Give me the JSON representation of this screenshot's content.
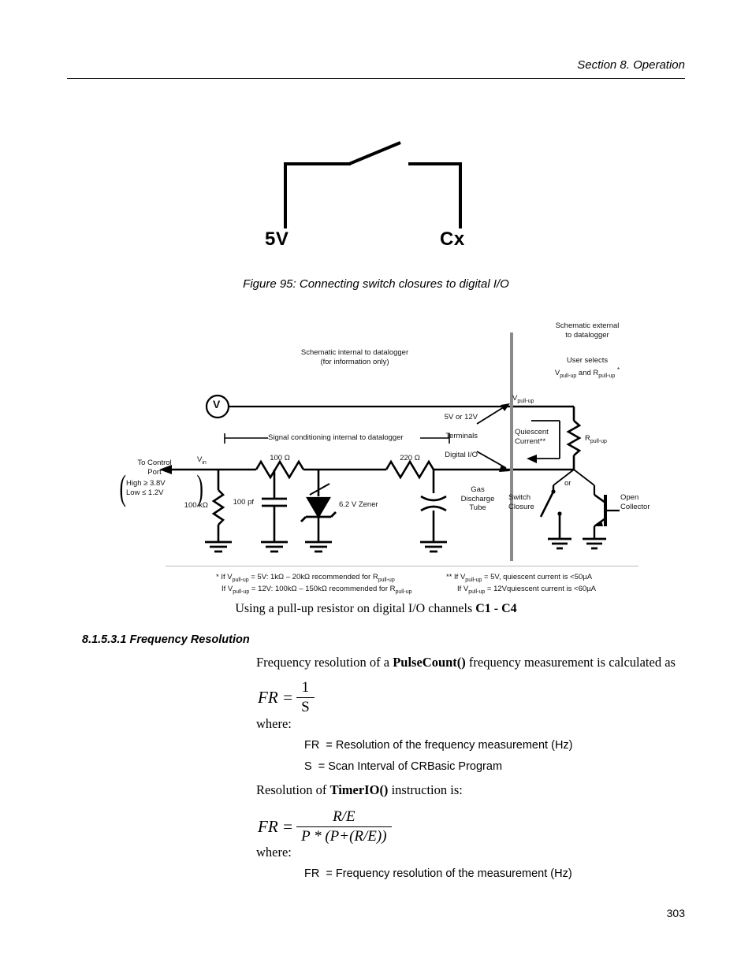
{
  "header": {
    "section": "Section 8.  Operation"
  },
  "figure1": {
    "caption": "Figure 95: Connecting switch closures to digital I/O",
    "left_label": "5V",
    "right_label": "Cx"
  },
  "figure2": {
    "internal_note_line1": "Schematic internal to datalogger",
    "internal_note_line2": "(for information only)",
    "external_note_line1": "Schematic external",
    "external_note_line2": "to datalogger",
    "user_selects_line1": "User selects",
    "signal_conditioning": "Signal conditioning internal to datalogger",
    "to_control_port_line1": "To Control",
    "to_control_port_line2": "Port",
    "control_high": "High ≥ 3.8V",
    "control_low": "Low ≤ 1.2V",
    "v_in": "V",
    "v_in_sub": "in",
    "r_100ohm": "100 Ω",
    "r_220ohm": "220 Ω",
    "r_100kohm": "100 kΩ",
    "cap_100pf": "100 pf",
    "zener": "6.2 V Zener",
    "gas_tube_line1": "Gas",
    "gas_tube_line2": "Discharge",
    "gas_tube_line3": "Tube",
    "terminals_5v12v": "5V or 12V",
    "terminals": "Terminals",
    "digital_io": "Digital I/O",
    "quiescent_line1": "Quiescent",
    "quiescent_line2": "Current**",
    "switch_closure_line1": "Switch",
    "switch_closure_line2": "Closure",
    "or_label": "or",
    "open_collector_line1": "Open",
    "open_collector_line2": "Collector",
    "v_meter": "V",
    "footnote1_line1": "* If V",
    "footnote1_line1b": " = 5V: 1kΩ – 20kΩ recommended for R",
    "footnote1_line2": "If V",
    "footnote1_line2b": " = 12V: 100kΩ – 150kΩ recommended for R",
    "footnote2_line1": "** If V",
    "footnote2_line1b": " = 5V, quiescent current is <50µA",
    "footnote2_line2": "If V",
    "footnote2_line2b": " = 12Vquiescent current is <60µA",
    "sub_pullup": "pull-up"
  },
  "caption2": {
    "pre": "Using a pull-up resistor on digital I/O channels ",
    "bold": "C1 - C4"
  },
  "section": {
    "heading": "8.1.5.3.1 Frequency Resolution",
    "para1_pre": "Frequency resolution of a ",
    "para1_bold": "PulseCount()",
    "para1_post": " frequency measurement is calculated as",
    "where_label": "where:",
    "def1": "FR  = Resolution of the frequency measurement (Hz)",
    "def2": "S  = Scan Interval of CRBasic Program",
    "para2_pre": "Resolution of ",
    "para2_bold": "TimerIO()",
    "para2_post": " instruction is:",
    "where_label2": "where:",
    "def3": "FR  = Frequency resolution of the measurement (Hz)"
  },
  "formulas": {
    "f1_lhs": "FR =",
    "f1_num": "1",
    "f1_den": "S",
    "f2_lhs": "FR =",
    "f2_num": "R/E",
    "f2_den": "P * (P+(R/E))"
  },
  "footer": {
    "page_number": "303"
  }
}
